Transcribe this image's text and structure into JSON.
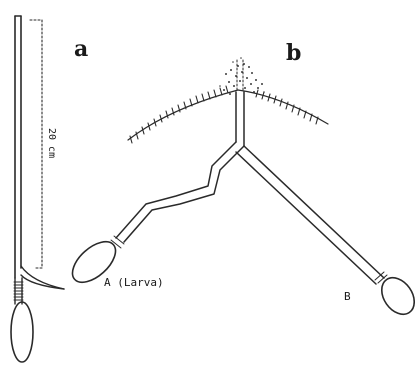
{
  "figure": {
    "panel_a_label": "a",
    "panel_b_label": "b",
    "scale_label": "20 cm",
    "larva_label": "A (Larva)",
    "burrow_b_label": "B",
    "ink_color": "#2a2a2a"
  }
}
